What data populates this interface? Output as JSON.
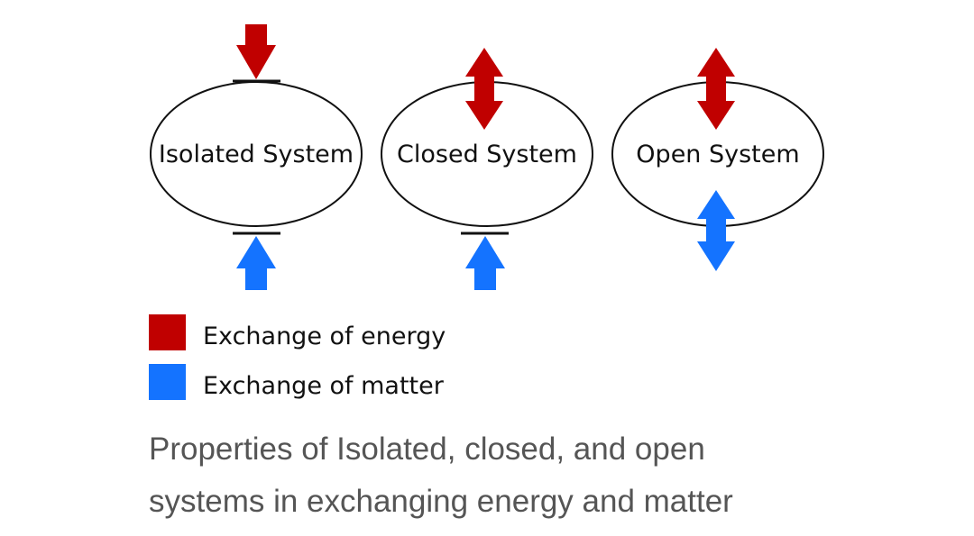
{
  "systems": [
    {
      "label": "Isolated System",
      "energy": "blocked",
      "matter": "blocked"
    },
    {
      "label": "Closed System",
      "energy": "exchange",
      "matter": "blocked"
    },
    {
      "label": "Open System",
      "energy": "exchange",
      "matter": "exchange"
    }
  ],
  "legend": {
    "energy": {
      "label": "Exchange of energy",
      "color": "#c00000"
    },
    "matter": {
      "label": "Exchange of matter",
      "color": "#1473ff"
    }
  },
  "caption": {
    "line1": "Properties of Isolated, closed, and open",
    "line2": "systems in exchanging energy and matter"
  }
}
